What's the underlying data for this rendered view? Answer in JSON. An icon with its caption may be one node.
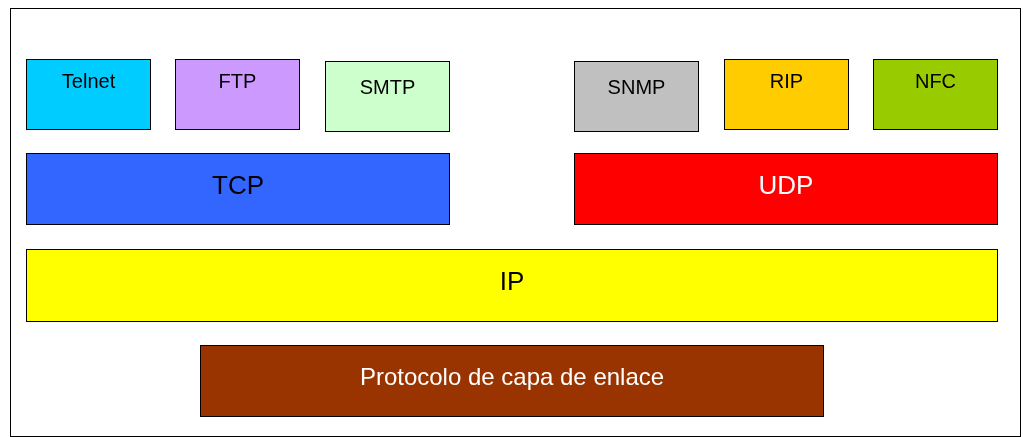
{
  "diagram": {
    "nodes": [
      {
        "text": [],
        "shape": "box"
      },
      {
        "text": [
          "Telnet"
        ],
        "in": 0
      },
      {
        "text": [
          "FTP"
        ],
        "in": 0
      },
      {
        "text": [
          "SMTP"
        ],
        "in": 0
      },
      {
        "text": [
          "SNMP"
        ],
        "in": 0
      },
      {
        "text": [
          "RIP"
        ],
        "in": 0
      },
      {
        "text": [
          "NFC"
        ],
        "in": 0
      },
      {
        "text": [
          "TCP"
        ],
        "in": 0
      },
      {
        "text": [
          "UDP"
        ],
        "in": 0
      },
      {
        "text": [
          "IP"
        ],
        "in": 0
      },
      {
        "text": [
          "Protocolo de capa de enlace"
        ],
        "in": 0
      }
    ]
  }
}
